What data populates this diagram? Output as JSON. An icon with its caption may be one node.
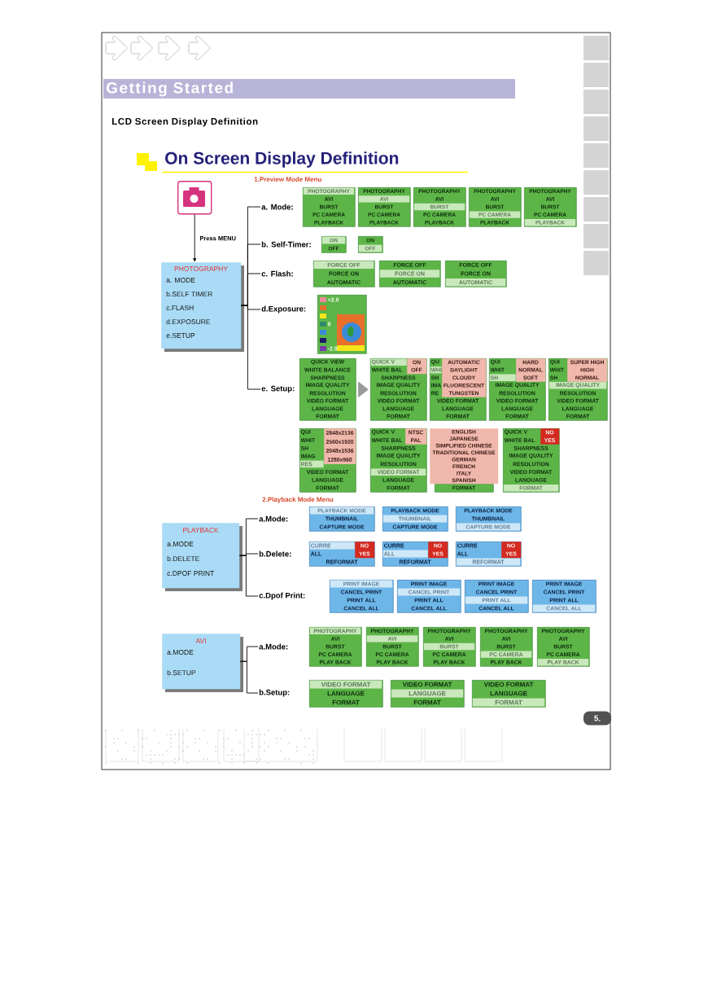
{
  "diagram": {
    "title": "On Screen Display Definition",
    "nodes": [
      {
        "text": [],
        "shape": "picture"
      },
      {
        "text": [
          "PHOTOGRAPHY",
          "a. MODE",
          "b.SELF  TIMER",
          "c.FLASH",
          "d.EXPOSURE",
          "e.SETUP"
        ]
      },
      {
        "text": [
          "a. Mode:"
        ]
      },
      {
        "text": [
          "b. Self-Timer:"
        ]
      },
      {
        "text": [
          "c. Flash:"
        ]
      },
      {
        "text": [
          "d.Exposure:"
        ]
      },
      {
        "text": [
          "e. Setup:"
        ]
      },
      {
        "text": [
          "PHOTOGRAPHY",
          "AVI",
          "BURST",
          "PC CAMERA",
          "PLAYBACK"
        ]
      },
      {
        "text": [
          "PHOTOGRAPHY",
          "AVI",
          "BURST",
          "PC CAMERA",
          "PLAYBACK"
        ]
      },
      {
        "text": [
          "PHOTOGRAPHY",
          "AVI",
          "BURST",
          "PC CAMERA",
          "PLAYBACK"
        ]
      },
      {
        "text": [
          "PHOTOGRAPHY",
          "AVI",
          "BURST",
          "PC CAMERA",
          "PLAYBACK"
        ]
      },
      {
        "text": [
          "PHOTOGRAPHY",
          "AVI",
          "BURST",
          "PC CAMERA",
          "PLAYBACK"
        ]
      },
      {
        "text": [
          "ON",
          "OFF"
        ]
      },
      {
        "text": [
          "ON",
          "OFF"
        ]
      },
      {
        "text": [
          "FORCE OFF",
          "FORCE ON",
          "AUTOMATIC"
        ]
      },
      {
        "text": [
          "FORCE OFF",
          "FORCE ON",
          "AUTOMATIC"
        ]
      },
      {
        "text": [
          "FORCE OFF",
          "FORCE ON",
          "AUTOMATIC"
        ]
      },
      {
        "text": [
          "+2.0",
          "0",
          "-2.0"
        ]
      },
      {
        "text": [
          "QUICK VIEW",
          "WHITE BALANCE",
          "SHARPNESS",
          "IMAGE QUALITY",
          "RESOLUTION",
          "VIDEO FORMAT",
          "LANGUAGE",
          "FORMAT"
        ]
      },
      {
        "text": [
          "QUICK V",
          "WHITE BAL",
          "SHARPNESS",
          "IMAGE QUALITY",
          "RESOLUTION",
          "VIDEO FORMAT",
          "LANGUAGE",
          "FORMAT"
        ]
      },
      {
        "text": [
          "ON",
          "OFF"
        ],
        "in": 19
      },
      {
        "text": [
          "QU",
          "WHI",
          "SH",
          "IMA",
          "RE",
          "VIDEO FORMAT",
          "LANGUAGE",
          "FORMAT"
        ]
      },
      {
        "text": [
          "AUTOMATIC",
          "DAYLIGHT",
          "CLOUDY",
          "FLUORESCENT",
          "TUNGSTEN"
        ],
        "in": 21
      },
      {
        "text": [
          "QUI",
          "WHIT",
          "SH",
          "IMAGE QUALITY",
          "RESOLUTION",
          "VIDEO FORMAT",
          "LANGUAGE",
          "FORMAT"
        ]
      },
      {
        "text": [
          "HARD",
          "NORMAL",
          "SOFT"
        ],
        "in": 23
      },
      {
        "text": [
          "QUI",
          "WHIT",
          "SH",
          "IMAGE QUALITY",
          "RESOLUTION",
          "VIDEO FORMAT",
          "LANGUAGE",
          "FORMAT"
        ]
      },
      {
        "text": [
          "SUPER HIGH",
          "HIGH",
          "NORMAL"
        ],
        "in": 25
      },
      {
        "text": [
          "QUI",
          "WHIT",
          "SH",
          "IMAG",
          "RES",
          "VIDEO FORMAT",
          "LANGUAGE",
          "FORMAT"
        ]
      },
      {
        "text": [
          "2848x2136",
          "2560x1920",
          "2048x1536",
          "1280x960"
        ],
        "in": 27
      },
      {
        "text": [
          "QUICK V",
          "WHITE BAL",
          "SHARPNESS",
          "IMAGE QUALITY",
          "RESOLUTION",
          "VIDEO FORMAT",
          "LANGUAGE",
          "FORMAT"
        ]
      },
      {
        "text": [
          "NTSC",
          "PAL"
        ],
        "in": 29
      },
      {
        "text": [
          "FORMAT"
        ]
      },
      {
        "text": [
          "ENGLISH",
          "JAPANESE",
          "SIMPLIFIED CHINESE",
          "TRADITIONAL CHINESE",
          "GERMAN",
          "FRENCH",
          "ITALY",
          "SPANISH"
        ]
      },
      {
        "text": [
          "QUICK V",
          "WHITE BAL",
          "SHARPNESS",
          "IMAGE QUALITY",
          "RESOLUTION",
          "VIDEO FORMAT",
          "LANGUAGE",
          "FORMAT"
        ]
      },
      {
        "text": [
          "NO",
          "YES"
        ],
        "in": 33
      },
      {
        "text": [
          "PLAYBACK",
          "a.MODE",
          "b.DELETE",
          "c.DPOF  PRINT"
        ]
      },
      {
        "text": [
          "a.Mode:"
        ]
      },
      {
        "text": [
          "b.Delete:"
        ]
      },
      {
        "text": [
          "c.Dpof Print:"
        ]
      },
      {
        "text": [
          "PLAYBACK MODE",
          "THUMBNAIL",
          "CAPTURE MODE"
        ]
      },
      {
        "text": [
          "PLAYBACK MODE",
          "THUMBNAIL",
          "CAPTURE MODE"
        ]
      },
      {
        "text": [
          "PLAYBACK MODE",
          "THUMBNAIL",
          "CAPTURE MODE"
        ]
      },
      {
        "text": [
          "CURRE",
          "ALL",
          "REFORMAT"
        ]
      },
      {
        "text": [
          "NO",
          "YES"
        ],
        "in": 42
      },
      {
        "text": [
          "CURRE",
          "ALL",
          "REFORMAT"
        ]
      },
      {
        "text": [
          "NO",
          "YES"
        ],
        "in": 44
      },
      {
        "text": [
          "CURRE",
          "ALL",
          "REFORMAT"
        ]
      },
      {
        "text": [
          "NO",
          "YES"
        ],
        "in": 46
      },
      {
        "text": [
          "PRINT IMAGE",
          "CANCEL PRINT",
          "PRINT ALL",
          "CANCEL ALL"
        ]
      },
      {
        "text": [
          "PRINT IMAGE",
          "CANCEL PRINT",
          "PRINT ALL",
          "CANCEL ALL"
        ]
      },
      {
        "text": [
          "PRINT IMAGE",
          "CANCEL PRINT",
          "PRINT ALL",
          "CANCEL ALL"
        ]
      },
      {
        "text": [
          "PRINT IMAGE",
          "CANCEL PRINT",
          "PRINT ALL",
          "CANCEL ALL"
        ]
      },
      {
        "text": [
          "AVI",
          "a.MODE",
          "b.SETUP"
        ]
      },
      {
        "text": [
          "a.Mode:"
        ]
      },
      {
        "text": [
          "b.Setup:"
        ]
      },
      {
        "text": [
          "PHOTOGRAPHY",
          "AVI",
          "BURST",
          "PC CAMERA",
          "PLAY BACK"
        ]
      },
      {
        "text": [
          "PHOTOGRAPHY",
          "AVI",
          "BURST",
          "PC CAMERA",
          "PLAY BACK"
        ]
      },
      {
        "text": [
          "PHOTOGRAPHY",
          "AVI",
          "BURST",
          "PC CAMERA",
          "PLAY BACK"
        ]
      },
      {
        "text": [
          "PHOTOGRAPHY",
          "AVI",
          "BURST",
          "PC CAMERA",
          "PLAY BACK"
        ]
      },
      {
        "text": [
          "PHOTOGRAPHY",
          "AVI",
          "BURST",
          "PC CAMERA",
          "PLAY BACK"
        ]
      },
      {
        "text": [
          "VIDEO FORMAT",
          "LANGUAGE",
          "FORMAT"
        ]
      },
      {
        "text": [
          "VIDEO FORMAT",
          "LANGUAGE",
          "FORMAT"
        ]
      },
      {
        "text": [
          "VIDEO FORMAT",
          "LANGUAGE",
          "FORMAT"
        ]
      }
    ],
    "edges": [
      {
        "from": 0,
        "to": 1,
        "arrow": "to",
        "label": "Press MENU"
      },
      {
        "from": 1,
        "to": 2,
        "arrow": "none"
      },
      {
        "from": 1,
        "to": 3,
        "arrow": "none"
      },
      {
        "from": 1,
        "to": 4,
        "arrow": "none"
      },
      {
        "from": 1,
        "to": 5,
        "arrow": "none"
      },
      {
        "from": 1,
        "to": 6,
        "arrow": "none"
      },
      {
        "from": 18,
        "to": 19,
        "arrow": "to",
        "color": "#999999"
      },
      {
        "from": 35,
        "to": 36,
        "arrow": "none"
      },
      {
        "from": 35,
        "to": 37,
        "arrow": "none"
      },
      {
        "from": 35,
        "to": 38,
        "arrow": "none"
      },
      {
        "from": 52,
        "to": 53,
        "arrow": "none"
      },
      {
        "from": 52,
        "to": 54,
        "arrow": "none"
      }
    ],
    "labels": [
      "Getting Started",
      "LCD Screen Display Definition",
      "1.Preview Mode Menu",
      "2.Playback Mode Menu",
      "5."
    ]
  }
}
